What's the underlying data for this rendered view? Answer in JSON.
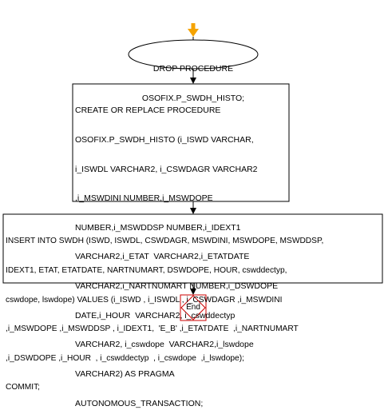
{
  "colors": {
    "start_arrow": "#f5a300",
    "end_border": "#cc0000",
    "shape_stroke": "#000000",
    "connector": "#000000"
  },
  "start": {
    "icon": "start-arrow-icon"
  },
  "terminal": {
    "lines": [
      "DROP PROCEDURE",
      "OSOFIX.P_SWDH_HISTO;"
    ]
  },
  "create_block": {
    "lines": [
      "CREATE OR REPLACE PROCEDURE",
      "OSOFIX.P_SWDH_HISTO (i_ISWD VARCHAR,",
      "i_ISWDL VARCHAR2, i_CSWDAGR VARCHAR2",
      ",i_MSWDINI NUMBER,i_MSWDOPE",
      "NUMBER,i_MSWDDSP NUMBER,i_IDEXT1",
      "VARCHAR2,i_ETAT  VARCHAR2,i_ETATDATE",
      "VARCHAR2,i_NARTNUMART NUMBER,i_DSWDOPE",
      "DATE,i_HOUR  VARCHAR2, i_cswddectyp",
      "VARCHAR2, i_cswdope  VARCHAR2,i_lswdope",
      "VARCHAR2) AS PRAGMA",
      "AUTONOMOUS_TRANSACTION;"
    ]
  },
  "insert_block": {
    "lines": [
      "INSERT INTO SWDH (ISWD, ISWDL, CSWDAGR, MSWDINI, MSWDOPE, MSWDDSP,",
      "IDEXT1, ETAT, ETATDATE, NARTNUMART, DSWDOPE, HOUR, cswddectyp,",
      "cswdope, lswdope) VALUES (i_ISWD , i_ISWDL , i_CSWDAGR ,i_MSWDINI",
      ",i_MSWDOPE ,i_MSWDDSP , i_IDEXT1,  'E_B' ,i_ETATDATE  ,i_NARTNUMART",
      ",i_DSWDOPE ,i_HOUR  , i_cswddectyp  , i_cswdope  ,i_lswdope);",
      "COMMIT;"
    ]
  },
  "end": {
    "label": "End"
  }
}
